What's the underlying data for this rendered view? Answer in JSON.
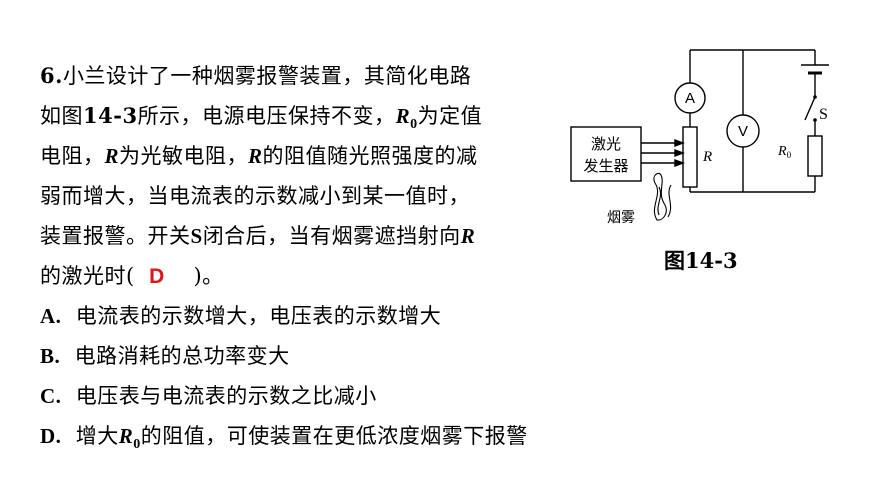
{
  "question": {
    "number": "6.",
    "l1": "小兰设计了一种烟雾报警装置，其简化电路",
    "l2_a": "如图",
    "l2_fig": "14-3",
    "l2_b": "所示，电源电压保持不变，",
    "l2_r0": "R",
    "l2_r0sub": "0",
    "l2_c": "为定值",
    "l3_a": "电阻，",
    "l3_r": "R",
    "l3_b": "为光敏电阻，",
    "l3_r2": "R",
    "l3_c": "的阻值随光照强度的减",
    "l4": "弱而增大，当电流表的示数减小到某一值时，",
    "l5_a": "装置报警。开关",
    "l5_s": "S",
    "l5_b": "闭合后，当有烟雾遮挡射向",
    "l5_r": "R",
    "l6_a": "的激光时(",
    "answer": "D",
    "l6_b": ")。"
  },
  "options": {
    "a_label": "A.",
    "a_text": "电流表的示数增大，电压表的示数增大",
    "b_label": "B.",
    "b_text": "电路消耗的总功率变大",
    "c_label": "C.",
    "c_text": "电压表与电流表的示数之比减小",
    "d_label": "D.",
    "d_text_a": "增大",
    "d_r": "R",
    "d_rsub": "0",
    "d_text_b": "的阻值，可使装置在更低浓度烟雾下报警"
  },
  "figure": {
    "caption": "图14-3",
    "ammeter": "A",
    "voltmeter": "V",
    "switch": "S",
    "resistor_r": "R",
    "resistor_r0": "R",
    "resistor_r0_sub": "0",
    "laser_line1": "激光",
    "laser_line2": "发生器",
    "smoke": "烟雾"
  },
  "colors": {
    "answer": "#e0141e",
    "text": "#000000"
  }
}
